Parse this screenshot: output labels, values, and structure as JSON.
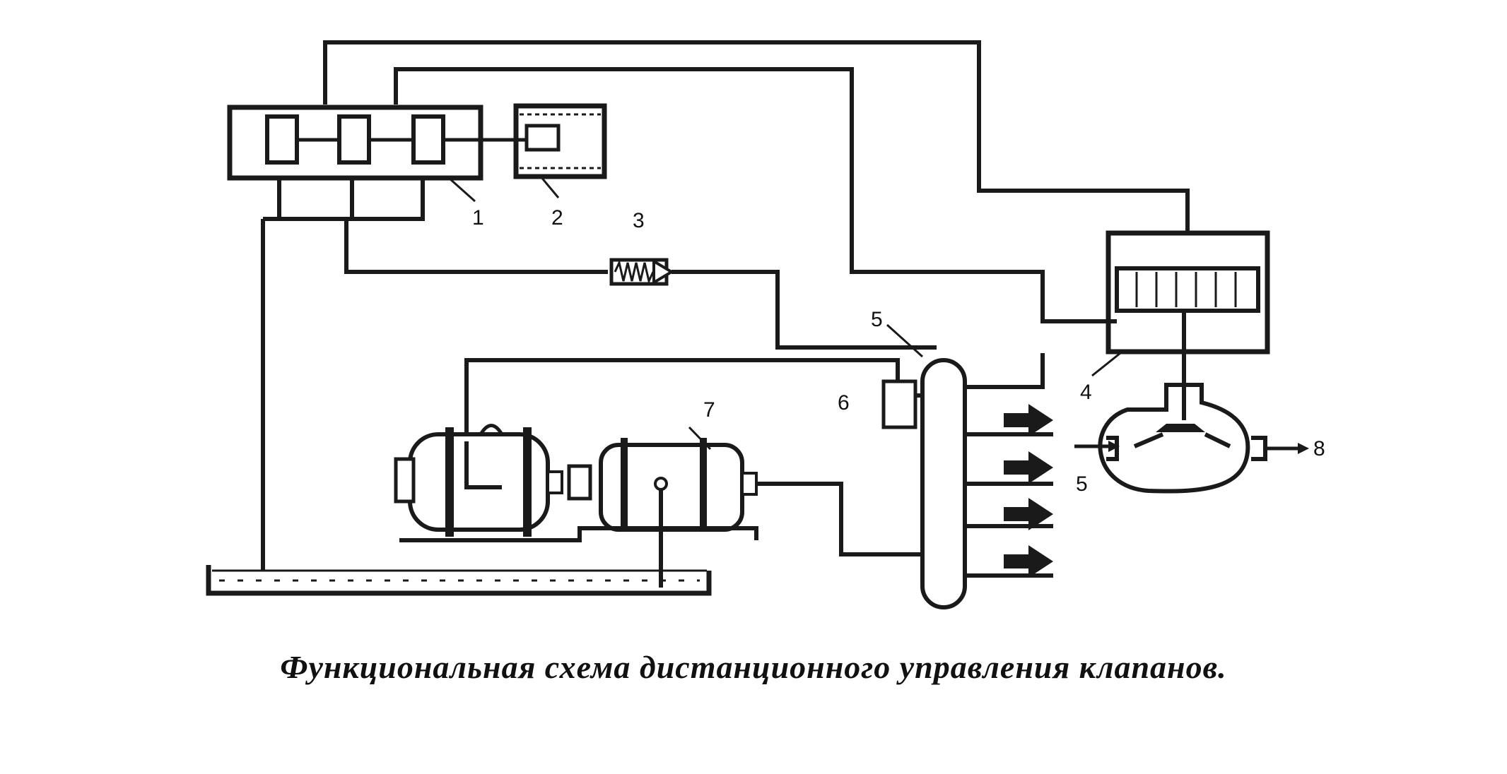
{
  "labels": {
    "l1": "1",
    "l2": "2",
    "l3": "3",
    "l4": "4",
    "l5a": "5",
    "l5b": "5",
    "l6": "6",
    "l7": "7",
    "l8": "8"
  },
  "caption": "Функциональная схема дистанционного управления клапанов."
}
